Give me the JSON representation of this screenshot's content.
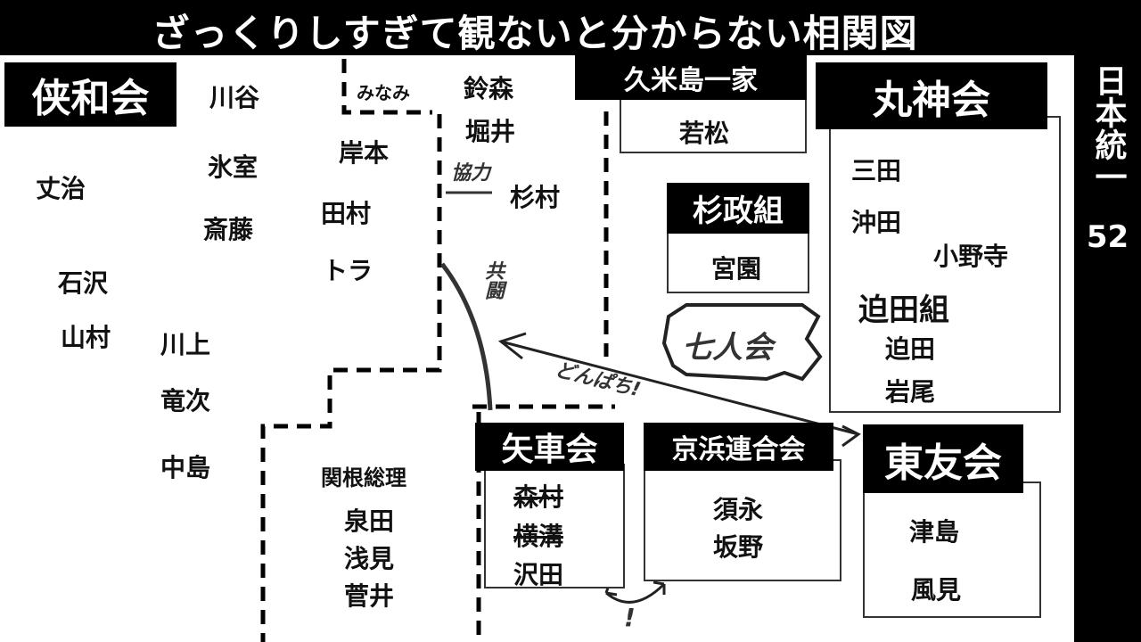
{
  "title": "ざっくりしすぎて観ないと分からない相関図",
  "side": {
    "label": "日本統一",
    "number": "52"
  },
  "groups": {
    "kyowakai": {
      "label": "侠和会",
      "members": [
        "川谷",
        "氷室",
        "斎藤",
        "丈治",
        "石沢",
        "山村",
        "川上",
        "竜次",
        "中島",
        "みなみ",
        "岸本",
        "田村",
        "トラ",
        "鈴森",
        "堀井",
        "杉村",
        "関根総理",
        "泉田",
        "浅見",
        "菅井"
      ]
    },
    "kumejima": {
      "label": "久米島一家",
      "members": [
        "若松"
      ]
    },
    "marugami": {
      "label": "丸神会",
      "members": [
        "三田",
        "沖田",
        "小野寺"
      ]
    },
    "sakoda": {
      "label": "迫田組",
      "members": [
        "迫田",
        "岩尾"
      ]
    },
    "sugimasa": {
      "label": "杉政組",
      "members": [
        "宮園"
      ]
    },
    "shichinin": {
      "label": "七人会"
    },
    "yaguruma": {
      "label": "矢車会",
      "members": [
        "森村",
        "横溝",
        "沢田"
      ]
    },
    "keihin": {
      "label": "京浜連合会",
      "members": [
        "須永",
        "坂野"
      ]
    },
    "toyu": {
      "label": "東友会",
      "members": [
        "津島",
        "風見"
      ]
    }
  },
  "notes": {
    "cooperation": "協力",
    "joint_fight": "共闘",
    "fight": "どんぱち!",
    "clash": "!"
  }
}
